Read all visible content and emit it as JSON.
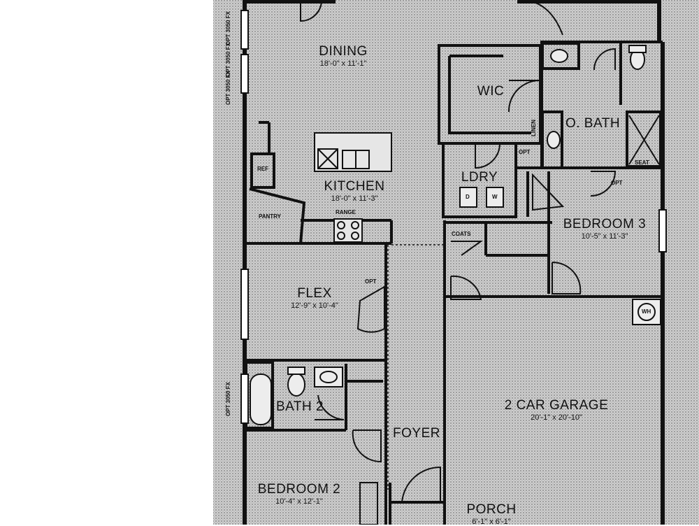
{
  "rooms": {
    "dining": {
      "name": "DINING",
      "dims": "18'-0\" x 11'-1\""
    },
    "wic": {
      "name": "WIC"
    },
    "obath": {
      "name": "O. BATH"
    },
    "kitchen": {
      "name": "KITCHEN",
      "dims": "18'-0\" x 11'-3\""
    },
    "ldry": {
      "name": "LDRY"
    },
    "bedroom3": {
      "name": "BEDROOM 3",
      "dims": "10'-5\" x 11'-3\""
    },
    "flex": {
      "name": "FLEX",
      "dims": "12'-9\" x 10'-4\""
    },
    "garage": {
      "name": "2 CAR GARAGE",
      "dims": "20'-1\" x 20'-10\""
    },
    "bath2": {
      "name": "BATH 2"
    },
    "foyer": {
      "name": "FOYER"
    },
    "bedroom2": {
      "name": "BEDROOM 2",
      "dims": "10'-4\" x 12'-1\""
    },
    "porch": {
      "name": "PORCH",
      "dims": "6'-1\" x 6'-1\""
    }
  },
  "fixtures": {
    "ref": "REF",
    "pantry": "PANTRY",
    "range": "RANGE",
    "coats": "COATS",
    "linen": "LINEN",
    "opt_laundry": "OPT",
    "opt_flex": "OPT",
    "opt_bed3": "OPT",
    "washer": "W",
    "dryer": "D",
    "seat": "SEAT",
    "wh": "WH"
  },
  "windows": {
    "w1": "OPT 3050 FX",
    "w2": "OPT 3050 FX",
    "w3": "OPT 3050 FX",
    "w4": "OPT 3050 FX"
  }
}
